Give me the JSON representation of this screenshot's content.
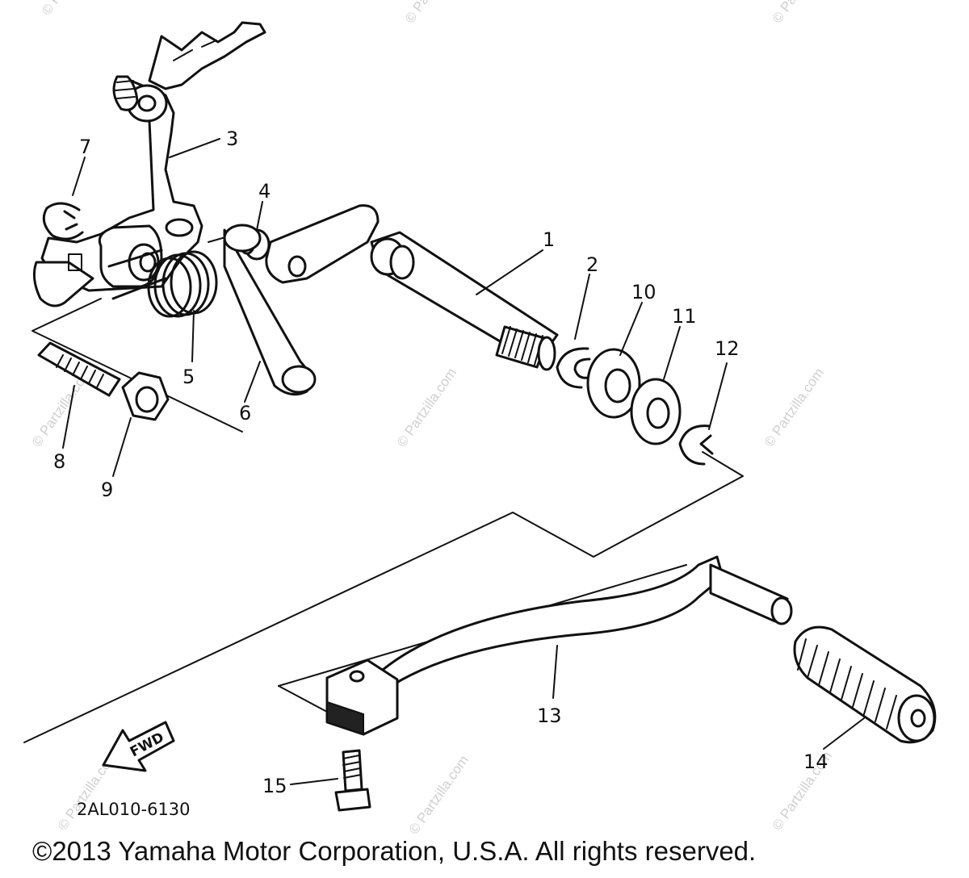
{
  "callouts": [
    "1",
    "2",
    "3",
    "4",
    "5",
    "6",
    "7",
    "8",
    "9",
    "10",
    "11",
    "12",
    "13",
    "14",
    "15"
  ],
  "fwd_label": "FWD",
  "diagram_code": "2AL010-6130",
  "watermark": "© Partzilla.com",
  "copyright": "©2013 Yamaha Motor Corporation, U.S.A. All rights reserved."
}
